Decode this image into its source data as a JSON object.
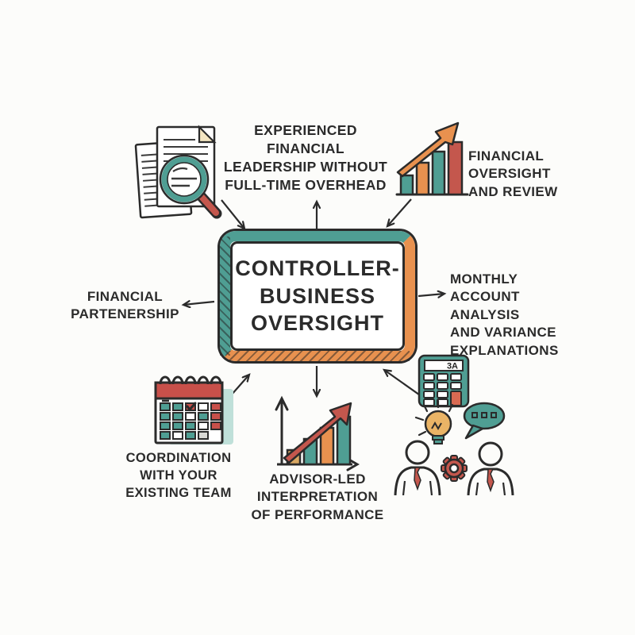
{
  "diagram": {
    "center": {
      "title": "CONTROLLER-\nBUSINESS\nOVERSIGHT"
    },
    "branches": [
      {
        "id": "top-left",
        "label": "",
        "icon": "documents-magnifier-icon"
      },
      {
        "id": "top",
        "label": "EXPERIENCED\nFINANCIAL\nLEADERSHIP WITHOUT\nFULL-TIME OVERHEAD",
        "icon": ""
      },
      {
        "id": "top-right",
        "label": "FINANCIAL\nOVERSIGHT\nAND REVIEW",
        "icon": "growth-bar-chart-icon"
      },
      {
        "id": "left",
        "label": "FINANCIAL\nPARTENERSHIP",
        "icon": ""
      },
      {
        "id": "right",
        "label": "MONTHLY\nACCOUNT ANALYSIS\nAND VARIANCE\nEXPLANATIONS",
        "icon": "calculator-icon"
      },
      {
        "id": "bottom-left",
        "label": "COORDINATION\nWITH YOUR\nEXISTING TEAM",
        "icon": "calendar-icon"
      },
      {
        "id": "bottom",
        "label": "ADVISOR-LED\nINTERPRETATION\nOF PERFORMANCE",
        "icon": "performance-chart-icon"
      },
      {
        "id": "bottom-right",
        "label": "",
        "icon": "team-collaboration-icon"
      }
    ],
    "calculator_display": "3A"
  },
  "colors": {
    "teal": "#4f9e93",
    "teal_light": "#bfe0d9",
    "orange": "#e8914f",
    "red": "#c4574d",
    "calendar_red": "#c8504a",
    "tan": "#d9a863",
    "bulb": "#eab466",
    "cream": "#f4e6c2",
    "ink": "#2b2b2b",
    "bg": "#fcfcfa",
    "gray": "#d8d8d4"
  }
}
